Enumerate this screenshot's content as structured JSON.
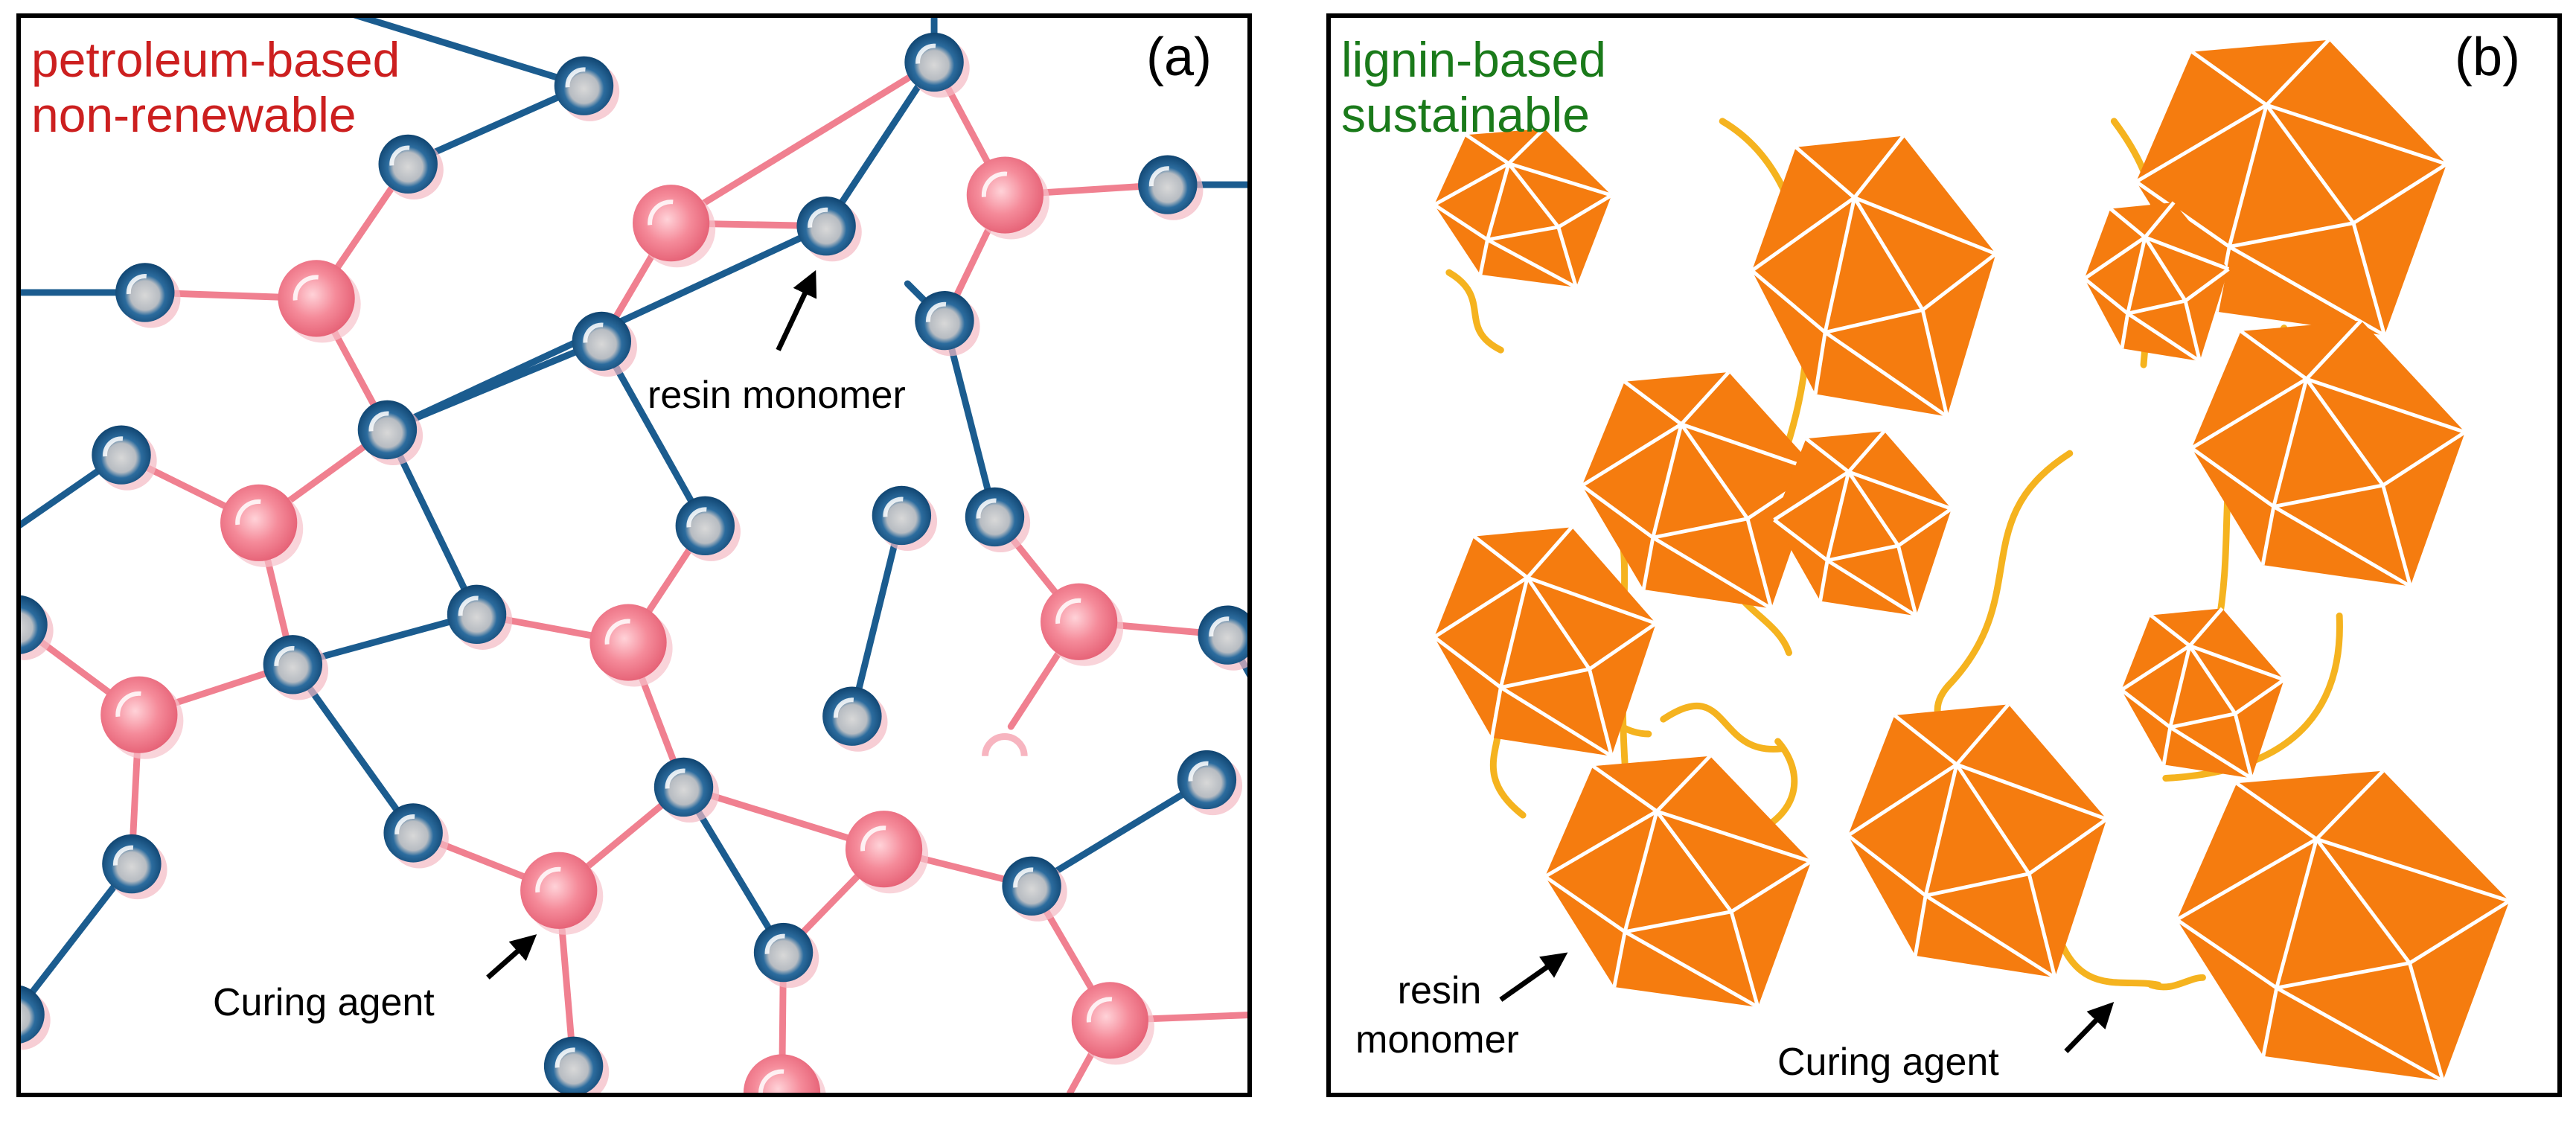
{
  "panel_a": {
    "label": "(a)",
    "title_line1": "petroleum-based",
    "title_line2": "non-renewable",
    "title_color": "#cc1f1f",
    "monomer_label": "resin monomer",
    "curing_label": "Curing agent",
    "monomer_color": "#1b5c8f",
    "curing_color": "#f08090"
  },
  "panel_b": {
    "label": "(b)",
    "title_line1": "lignin-based",
    "title_line2": "sustainable",
    "title_color": "#1a7a1a",
    "monomer_label_line1": "resin",
    "monomer_label_line2": "monomer",
    "curing_label": "Curing agent",
    "polyhedron_color": "#f57c0f",
    "linker_color": "#f5b31f"
  }
}
